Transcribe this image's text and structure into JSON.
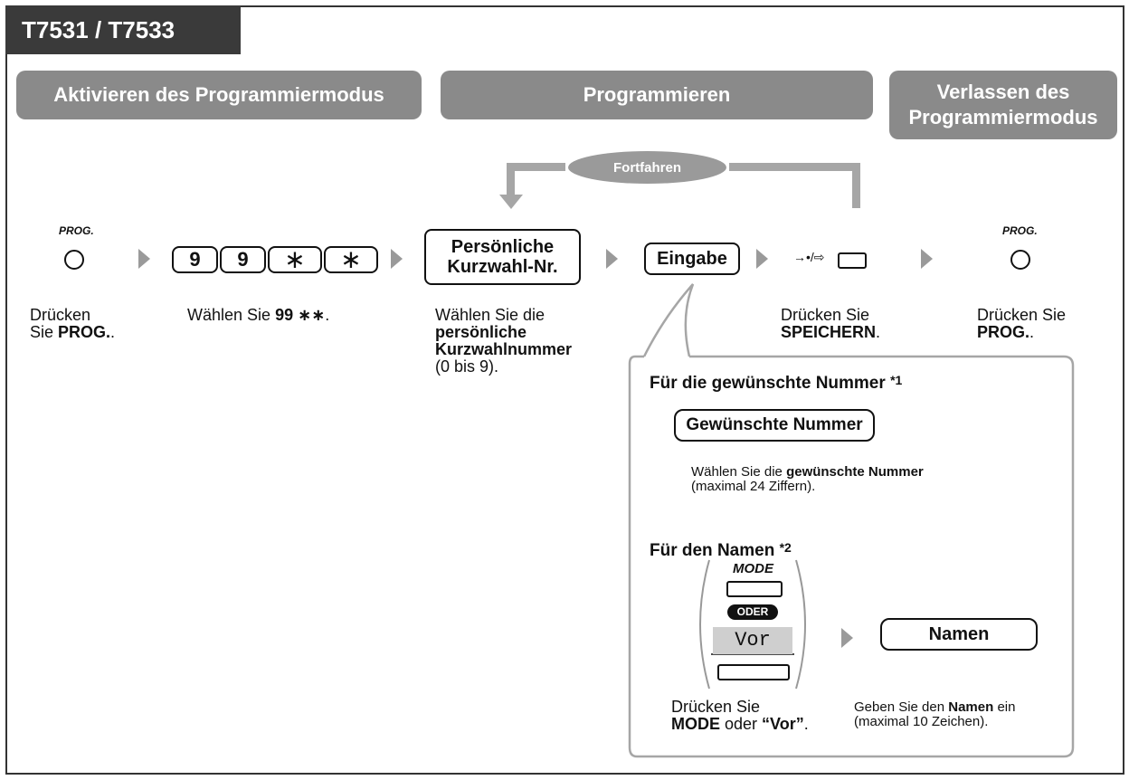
{
  "title": "T7531 / T7533",
  "phases": {
    "activate": "Aktivieren des Programmiermodus",
    "program": "Programmieren",
    "exit_line1": "Verlassen des",
    "exit_line2": "Programmiermodus"
  },
  "loop_label": "Fortfahren",
  "keys": {
    "prog_label": "PROG.",
    "nine": "9",
    "star": "∗",
    "personal_line1": "Persönliche",
    "personal_line2": "Kurzwahl-Nr.",
    "eingabe": "Eingabe",
    "store_symbol": "→•/⇨",
    "desired_number": "Gewünschte Nummer",
    "mode": "MODE",
    "oder": "ODER",
    "vor": "Vor",
    "namen": "Namen"
  },
  "captions": {
    "step1_line1": "Drücken",
    "step1_prefix": "Sie ",
    "step1_bold": "PROG.",
    "step1_suffix": ".",
    "step2_prefix": "Wählen Sie ",
    "step2_bold": "99",
    "step2_stars": "∗∗",
    "step2_suffix": ".",
    "step3_line1": "Wählen Sie die",
    "step3_bold1": "persönliche",
    "step3_bold2": "Kurzwahlnummer",
    "step3_line4": "(0 bis 9).",
    "step4_line1": "Drücken Sie",
    "step4_bold": "SPEICHERN",
    "step4_suffix": ".",
    "step5_line1": "Drücken Sie",
    "step5_bold": "PROG.",
    "step5_suffix": "."
  },
  "detail": {
    "heading_number": "Für die gewünschte Nummer",
    "note_number": "*1",
    "number_caption_prefix": "Wählen Sie die ",
    "number_caption_bold": "gewünschte Nummer",
    "number_caption_line2": "(maximal 24 Ziffern).",
    "heading_name": "Für den Namen",
    "note_name": "*2",
    "mode_caption_line1": "Drücken Sie",
    "mode_caption_bold1": "MODE",
    "mode_caption_mid": " oder ",
    "mode_caption_bold2": "“Vor”",
    "mode_caption_suffix": ".",
    "name_caption_prefix": "Geben Sie den ",
    "name_caption_bold": "Namen",
    "name_caption_suffix": " ein",
    "name_caption_line2": "(maximal 10 Zeichen)."
  }
}
